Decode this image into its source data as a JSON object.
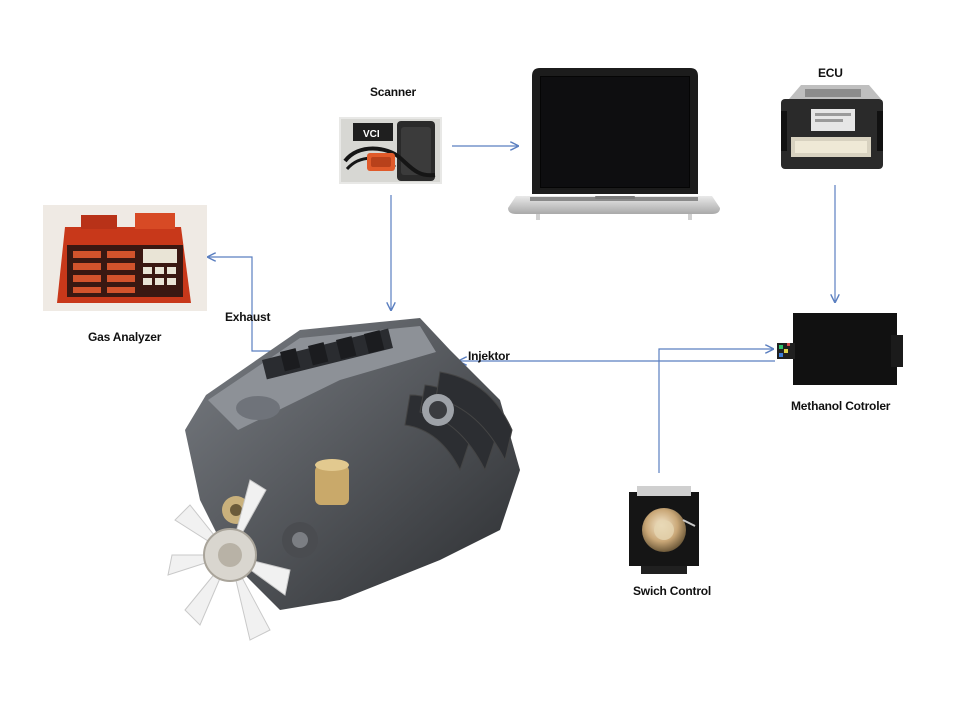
{
  "labels": {
    "scanner": "Scanner",
    "ecu": "ECU",
    "gas_analyzer": "Gas Analyzer",
    "exhaust": "Exhaust",
    "injector": "Injektor",
    "methanol_controller": "Methanol Cotroler",
    "switch_control": "Swich Control"
  },
  "device_text": {
    "scanner_brand": "VCI"
  },
  "colors": {
    "arrow": "#5b7fc0",
    "analyzer_body": "#c8381a",
    "dark_device": "#1a1a1a"
  },
  "icons": {
    "scanner": "obd-scanner-icon",
    "laptop": "laptop-icon",
    "ecu": "ecu-module-icon",
    "gas_analyzer": "gas-analyzer-icon",
    "engine": "engine-icon",
    "methanol_controller": "controller-box-icon",
    "switch_control": "switch-dial-icon"
  }
}
